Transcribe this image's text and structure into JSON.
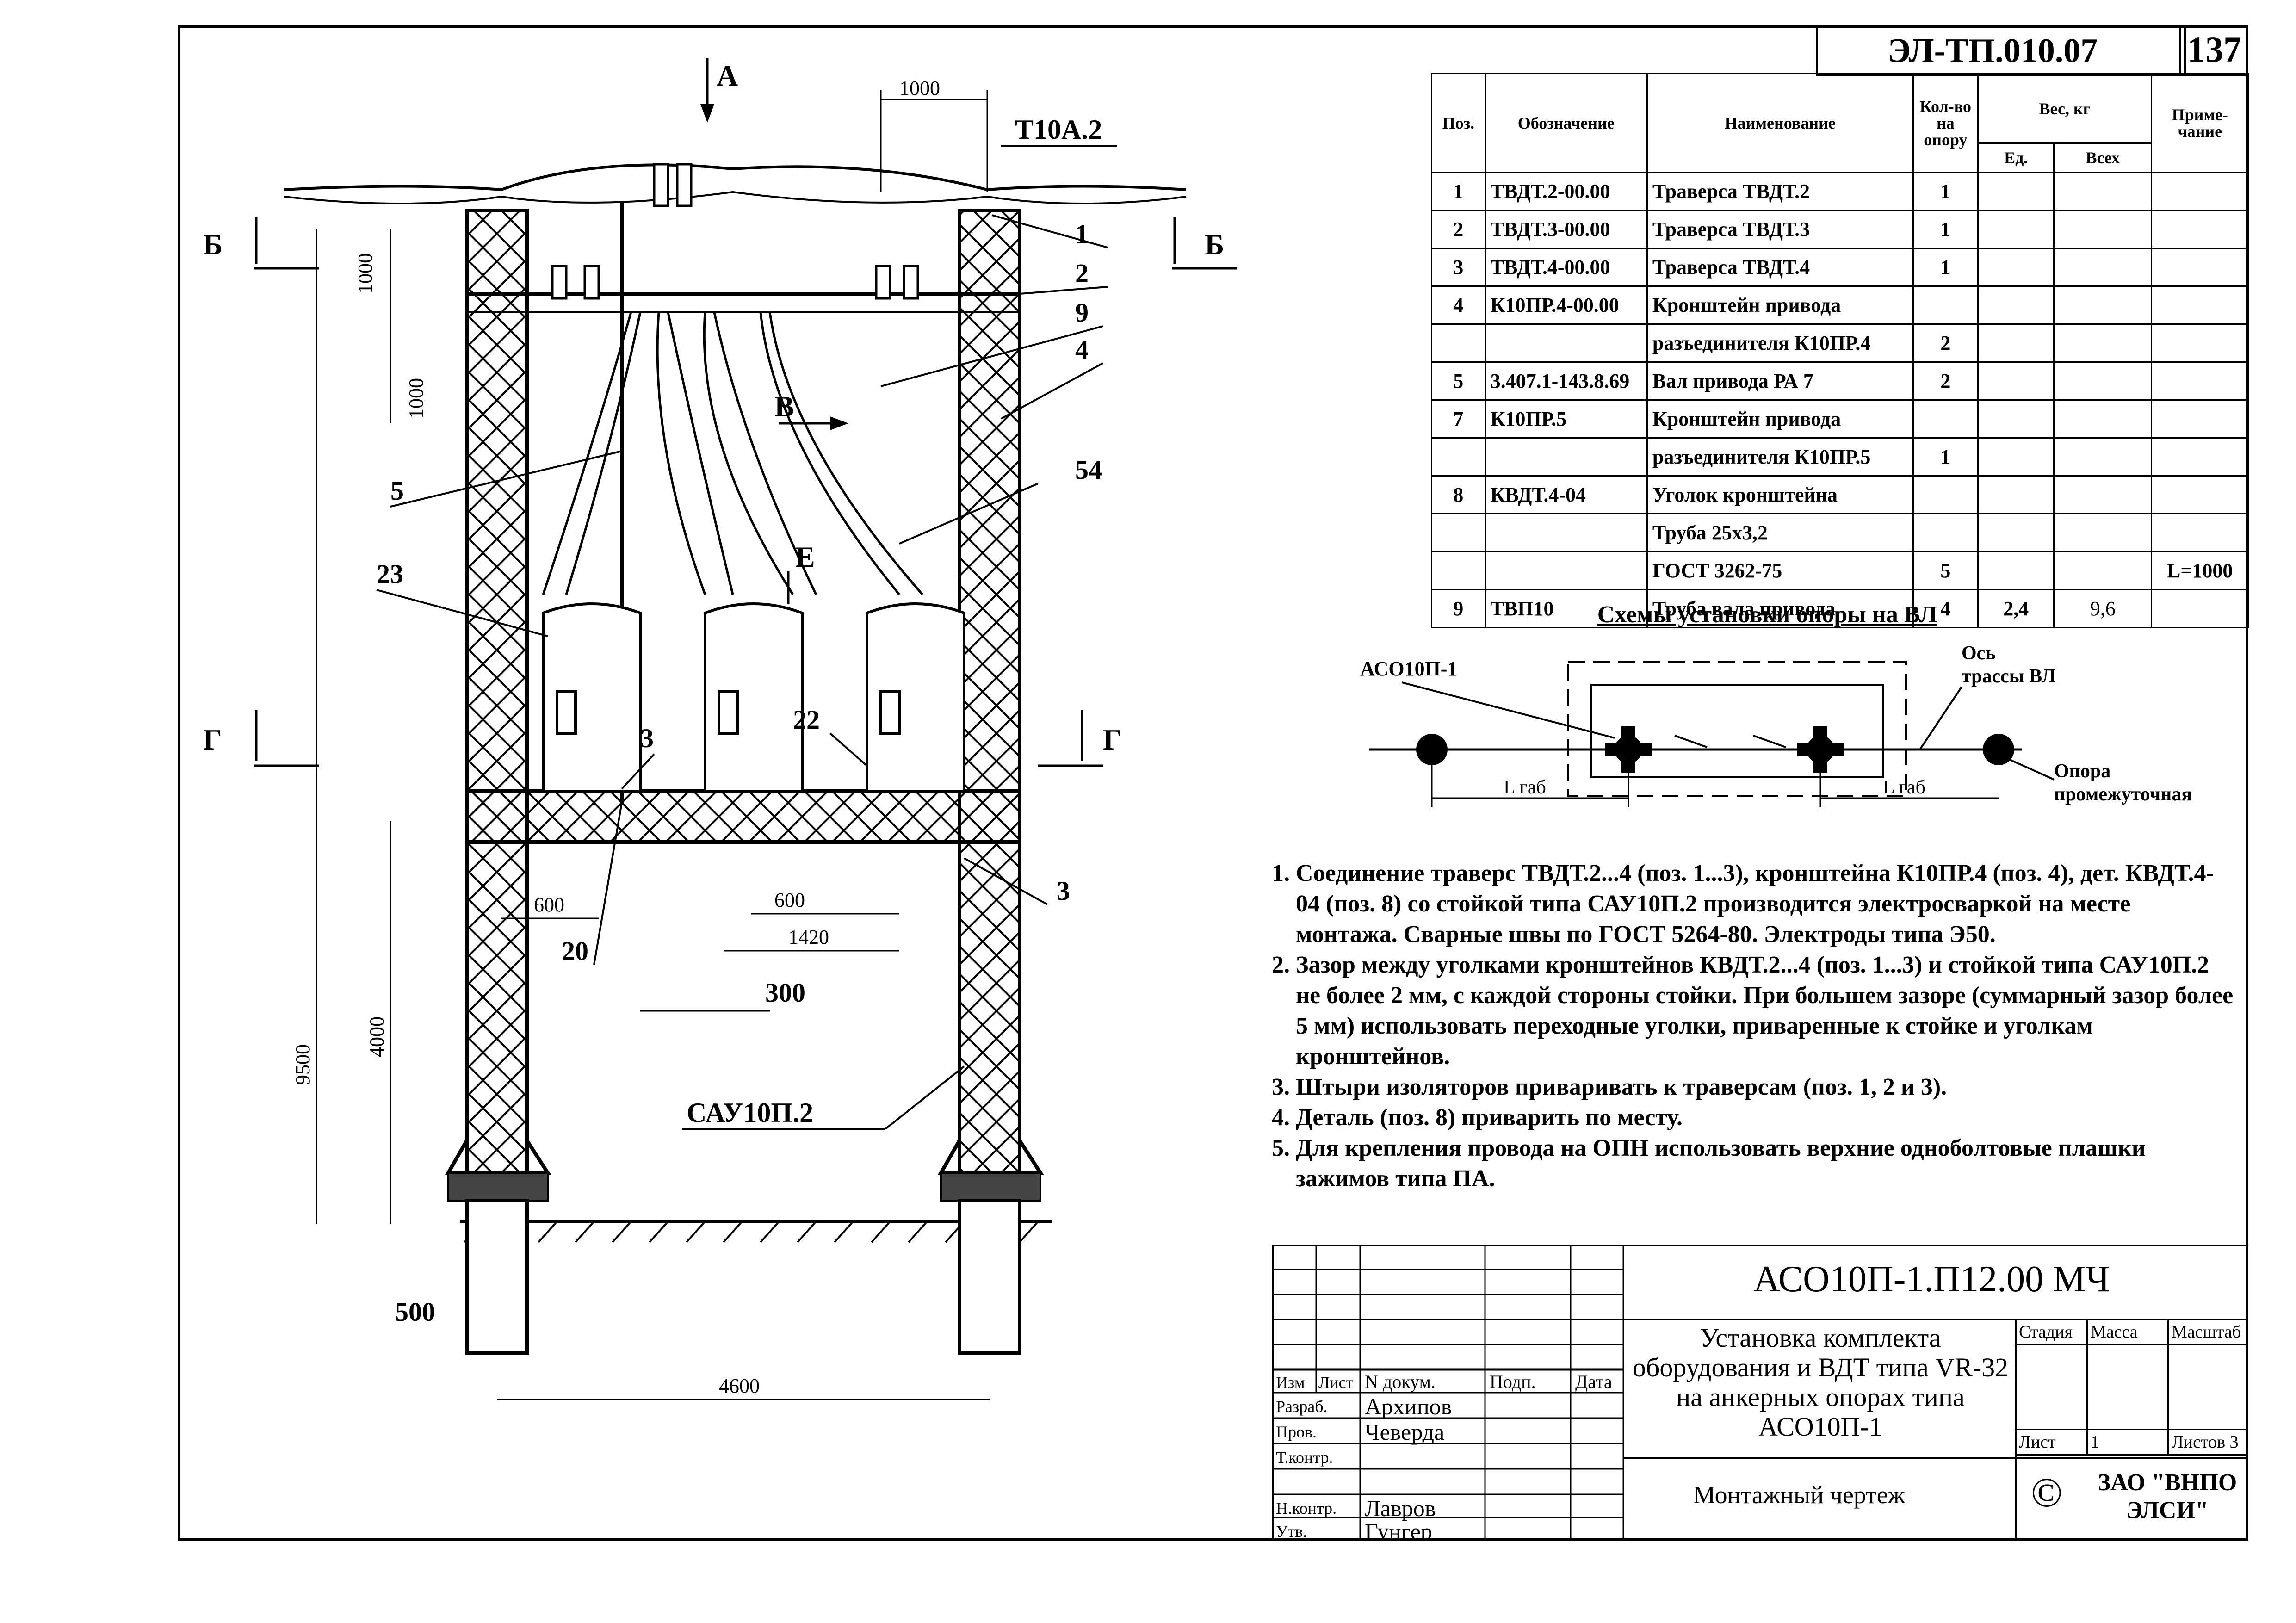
{
  "drawing_code": "ЭЛ-ТП.010.07",
  "page_number": "137",
  "spec_table": {
    "headers": {
      "pos": "Поз.",
      "designation": "Обозначение",
      "name": "Наименование",
      "qty": "Кол-во на опору",
      "weight": "Вес, кг",
      "unit": "Ед.",
      "total": "Всех",
      "note": "Приме-чание"
    },
    "rows": [
      {
        "pos": "1",
        "designation": "ТВДТ.2-00.00",
        "name": "Траверса ТВДТ.2",
        "qty": "1",
        "unit": "",
        "total": "",
        "note": ""
      },
      {
        "pos": "2",
        "designation": "ТВДТ.3-00.00",
        "name": "Траверса ТВДТ.3",
        "qty": "1",
        "unit": "",
        "total": "",
        "note": ""
      },
      {
        "pos": "3",
        "designation": "ТВДТ.4-00.00",
        "name": "Траверса ТВДТ.4",
        "qty": "1",
        "unit": "",
        "total": "",
        "note": ""
      },
      {
        "pos": "4",
        "designation": "К10ПР.4-00.00",
        "name": "Кронштейн привода",
        "qty": "",
        "unit": "",
        "total": "",
        "note": ""
      },
      {
        "pos": "",
        "designation": "",
        "name": "разъединителя К10ПР.4",
        "qty": "2",
        "unit": "",
        "total": "",
        "note": ""
      },
      {
        "pos": "5",
        "designation": "3.407.1-143.8.69",
        "name": "Вал привода РА 7",
        "qty": "2",
        "unit": "",
        "total": "",
        "note": ""
      },
      {
        "pos": "7",
        "designation": "К10ПР.5",
        "name": "Кронштейн привода",
        "qty": "",
        "unit": "",
        "total": "",
        "note": ""
      },
      {
        "pos": "",
        "designation": "",
        "name": "разъединителя К10ПР.5",
        "qty": "1",
        "unit": "",
        "total": "",
        "note": ""
      },
      {
        "pos": "8",
        "designation": "КВДТ.4-04",
        "name": "Уголок кронштейна",
        "qty": "",
        "unit": "",
        "total": "",
        "note": ""
      },
      {
        "pos": "",
        "designation": "",
        "name": "Труба 25х3,2",
        "qty": "",
        "unit": "",
        "total": "",
        "note": ""
      },
      {
        "pos": "",
        "designation": "",
        "name": "ГОСТ 3262-75",
        "qty": "5",
        "unit": "",
        "total": "",
        "note": "L=1000"
      },
      {
        "pos": "9",
        "designation": "ТВП10",
        "name": "Труба вала привода",
        "qty": "4",
        "unit": "2,4",
        "total": "9,6",
        "note": ""
      }
    ]
  },
  "scheme": {
    "title": "Схемы установки опоры на ВЛ",
    "label_pole": "АСО10П-1",
    "label_axis_1": "Ось",
    "label_axis_2": "трассы ВЛ",
    "label_inter_1": "Опора",
    "label_inter_2": "промежуточная",
    "lgab_left": "L габ",
    "lgab_right": "L габ"
  },
  "notes": [
    "Соединение траверс  ТВДТ.2...4 (поз. 1...3), кронштейна К10ПР.4 (поз. 4), дет. КВДТ.4-04 (поз. 8) со стойкой типа САУ10П.2 производится электросваркой на месте монтажа. Сварные швы по ГОСТ 5264-80. Электроды типа Э50.",
    "Зазор между уголками кронштейнов  КВДТ.2...4 (поз. 1...3) и стойкой типа САУ10П.2 не более 2 мм, с каждой стороны стойки. При большем зазоре (суммарный зазор более 5 мм) использовать переходные уголки, приваренные к стойке и уголкам кронштейнов.",
    "Штыри изоляторов приваривать к траверсам (поз. 1, 2 и 3).",
    "Деталь (поз. 8) приварить по месту.",
    "Для крепления провода на ОПН использовать верхние одноболтовые плашки зажимов типа ПА."
  ],
  "title_block": {
    "doc_code": "АСО10П-1.П12.00 МЧ",
    "title": "Установка комплекта оборудования и ВДТ типа VR-32 на анкерных опорах типа АСО10П-1",
    "subtitle": "Монтажный чертеж",
    "stage": "Стадия",
    "mass": "Масса",
    "scale": "Масштаб",
    "sheet_label": "Лист",
    "sheet_value": "1",
    "sheets_label": "Листов",
    "sheets_value": "3",
    "company": "ЗАО \"ВНПО ЭЛСИ\"",
    "copyright": "©",
    "cols": {
      "izm": "Изм",
      "list": "Лист",
      "ndoc": "N докум.",
      "podp": "Подп.",
      "date": "Дата"
    },
    "roles": [
      {
        "role": "Разраб.",
        "name": "Архипов"
      },
      {
        "role": "Пров.",
        "name": "Чеверда"
      },
      {
        "role": "Т.контр.",
        "name": ""
      },
      {
        "role": "",
        "name": ""
      },
      {
        "role": "Н.контр.",
        "name": "Лавров"
      },
      {
        "role": "Утв.",
        "name": "Гунгер"
      }
    ]
  },
  "drawing": {
    "view_a": "А",
    "view_b": "Б",
    "view_v": "В",
    "view_g": "Г",
    "view_e": "Е",
    "dim_1000_top": "1000",
    "dim_1000_v1": "1000",
    "dim_1000_v2": "1000",
    "dim_9500": "9500",
    "dim_4000": "4000",
    "dim_600_left": "600",
    "dim_600_mid": "600",
    "dim_1420": "1420",
    "dim_300": "300",
    "dim_500": "500",
    "dim_4600": "4600",
    "label_t10a": "Т10А.2",
    "label_sau": "САУ10П.2",
    "callouts": [
      "1",
      "2",
      "9",
      "4",
      "5",
      "54",
      "23",
      "22",
      "3",
      "3",
      "20"
    ]
  }
}
